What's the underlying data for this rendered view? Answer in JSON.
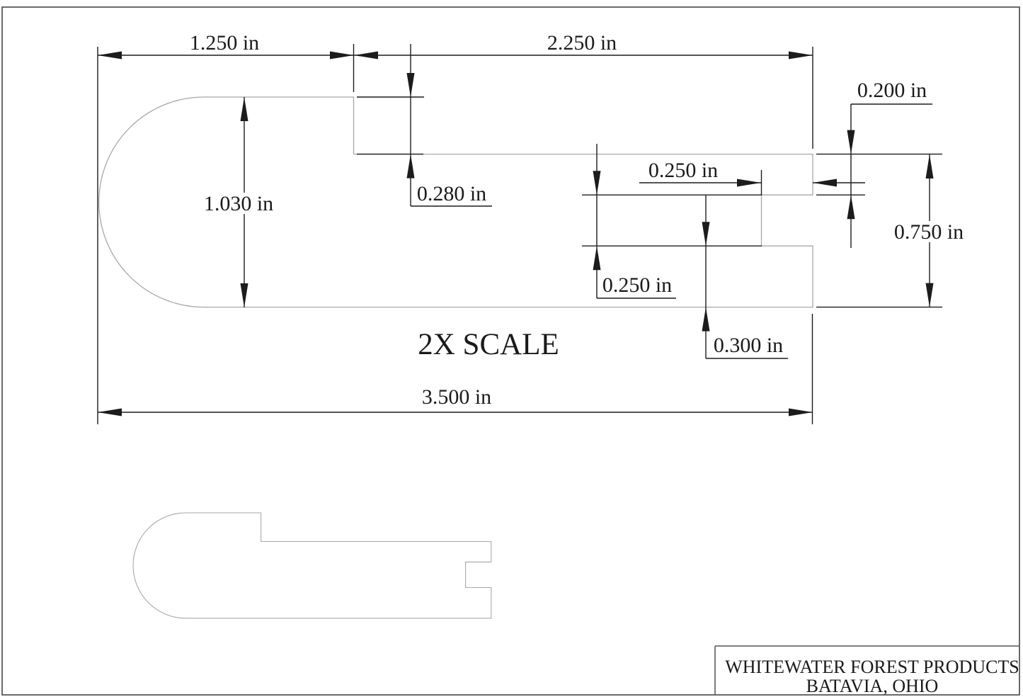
{
  "document": {
    "scale_label": "2X SCALE",
    "title_block": {
      "line1": "WHITEWATER FOREST PRODUCTS",
      "line2": "BATAVIA, OHIO"
    }
  },
  "part": {
    "units": "in",
    "views": [
      "2X scale dimensioned profile",
      "1X scale profile"
    ],
    "dimensions": {
      "top_left_length": {
        "label": "1.250 in",
        "value": 1.25
      },
      "top_right_length": {
        "label": "2.250 in",
        "value": 2.25
      },
      "overall_height": {
        "label": "1.030 in",
        "value": 1.03
      },
      "step_depth": {
        "label": "0.280 in",
        "value": 0.28
      },
      "right_edge_to_notch": {
        "label": "0.200 in",
        "value": 0.2
      },
      "notch_depth": {
        "label": "0.250 in",
        "value": 0.25
      },
      "right_end_height": {
        "label": "0.750 in",
        "value": 0.75
      },
      "notch_height": {
        "label": "0.250 in",
        "value": 0.25
      },
      "notch_to_bottom": {
        "label": "0.300 in",
        "value": 0.3
      },
      "overall_length": {
        "label": "3.500 in",
        "value": 3.5
      }
    }
  },
  "colors": {
    "background": "#ffffff",
    "profile_outline": "#a8a8a8",
    "dimension_lines": "#1c1c1c",
    "text": "#1a1a1a",
    "sheet_border": "#5a5a5a"
  }
}
